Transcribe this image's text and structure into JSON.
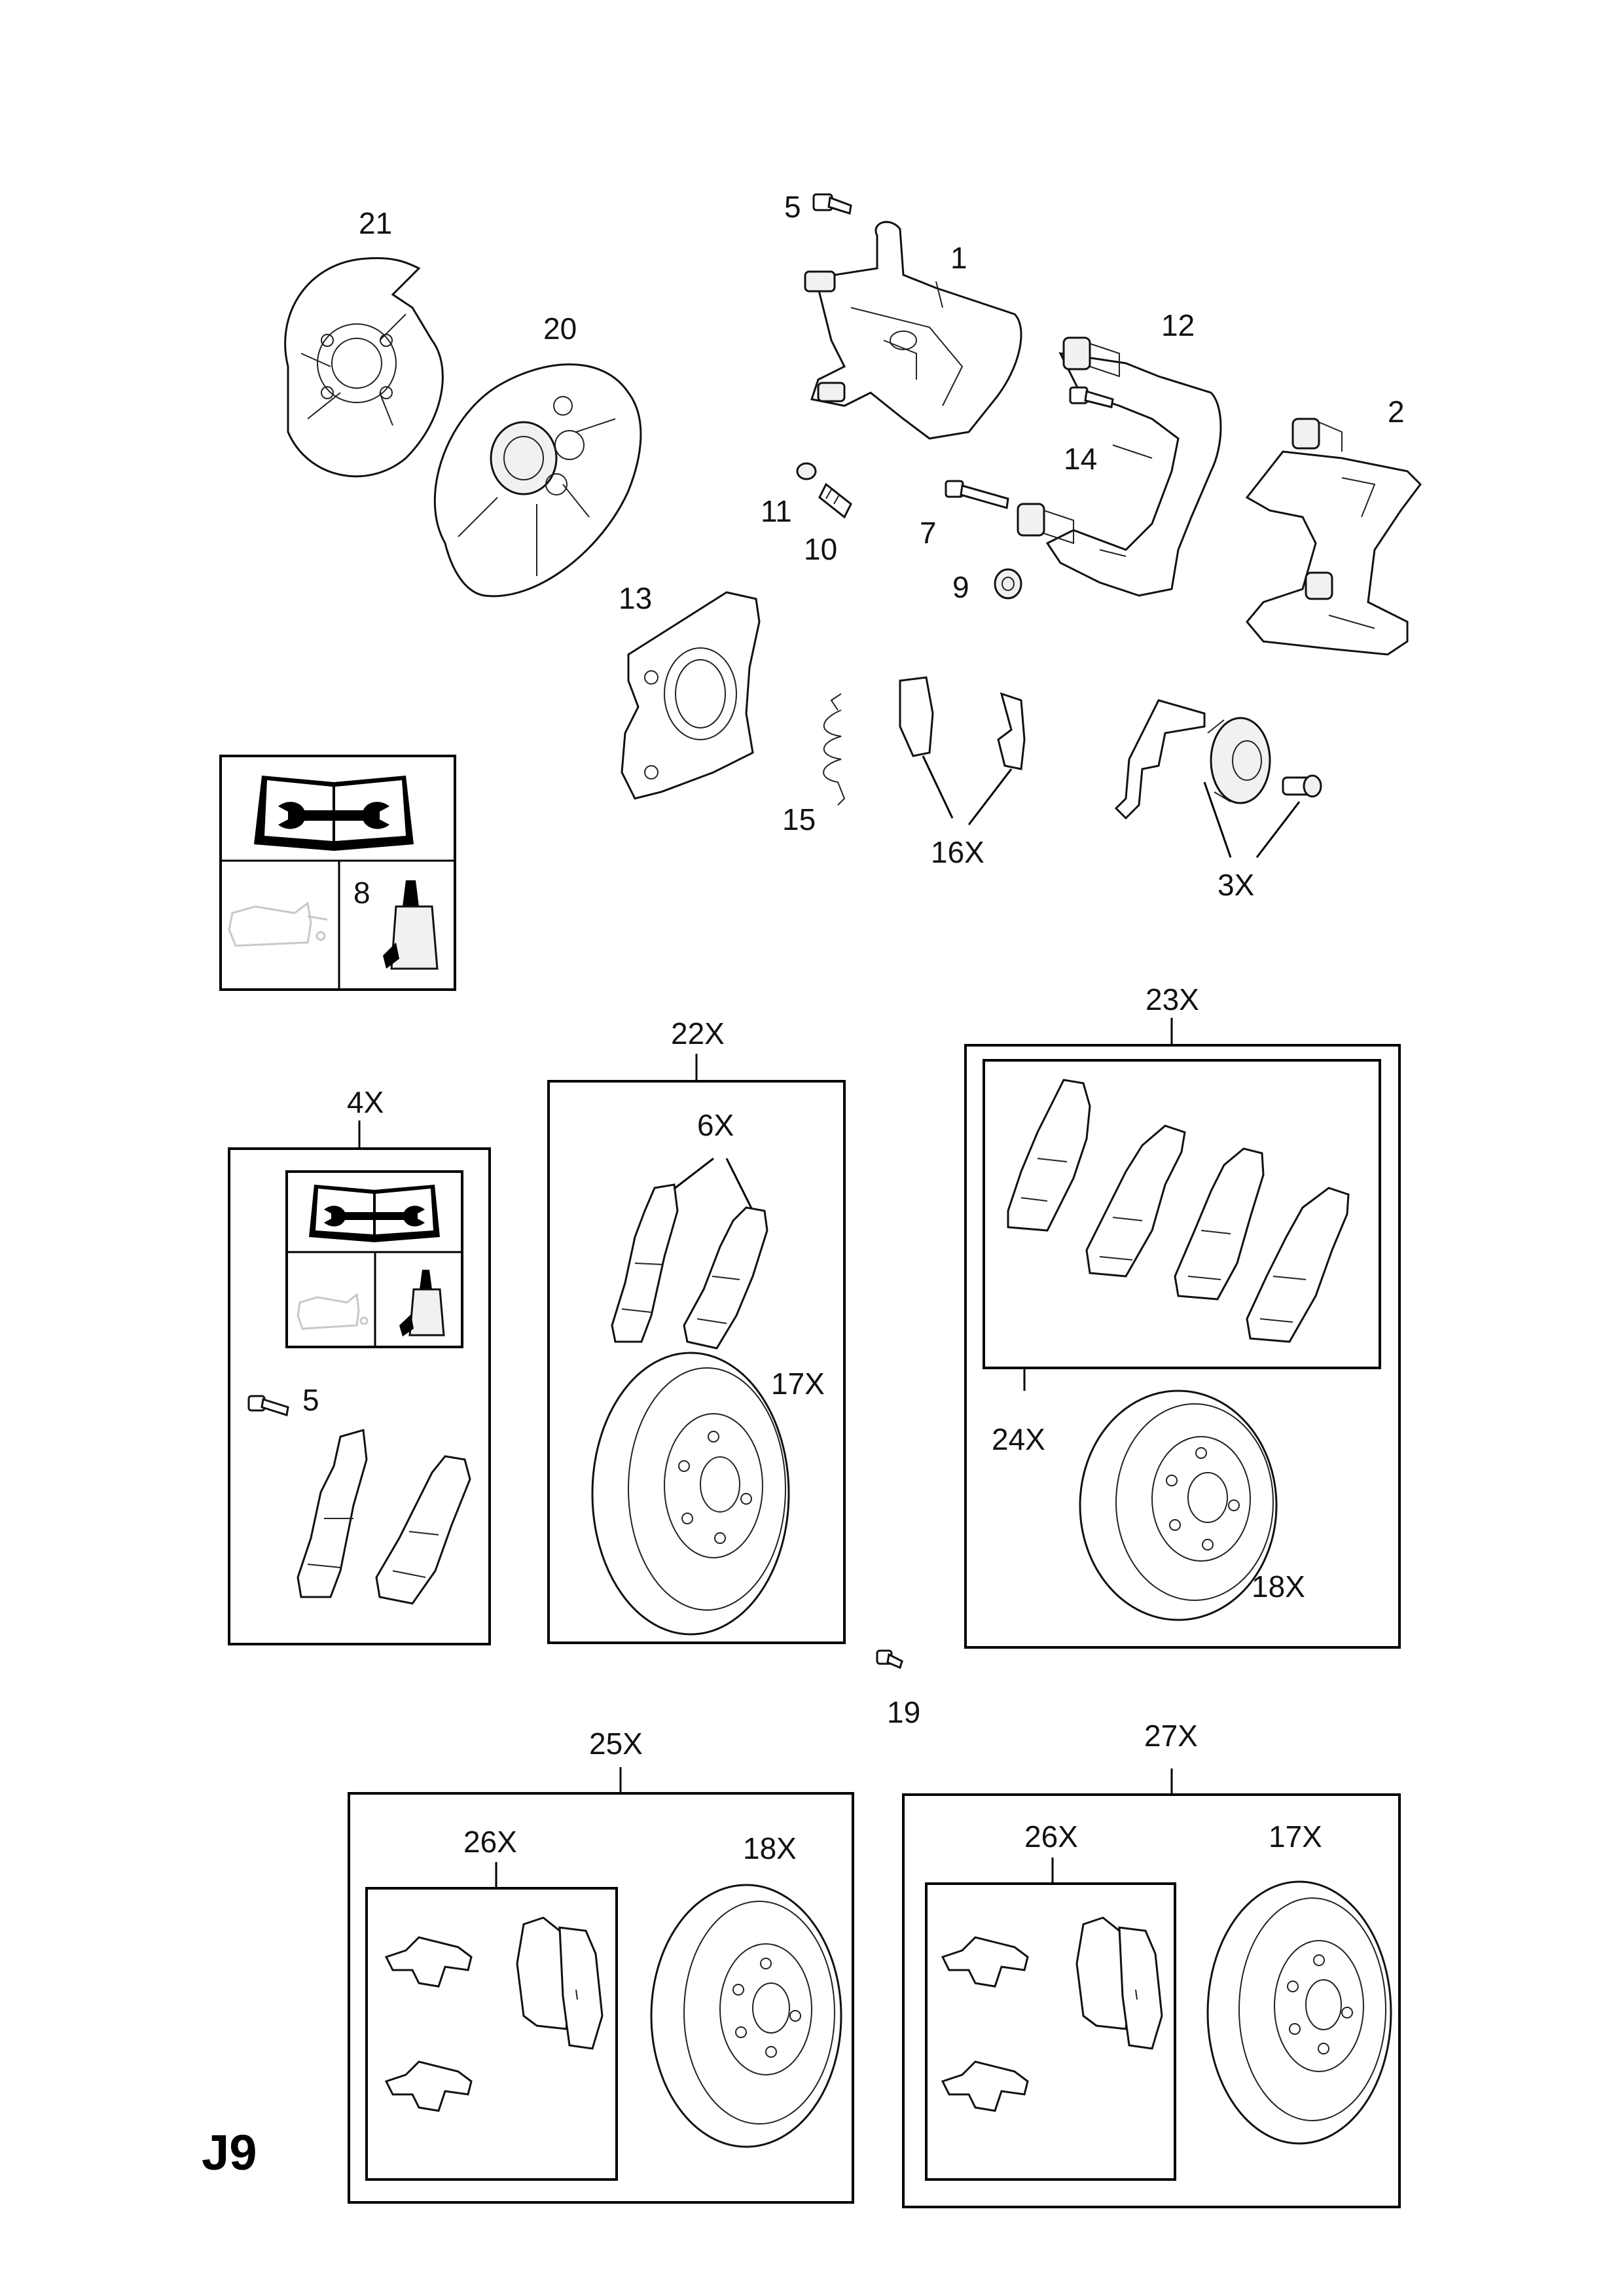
{
  "page_code": "J9",
  "callouts": {
    "c1": "1",
    "c2": "2",
    "c3x": "3X",
    "c4x": "4X",
    "c5a": "5",
    "c5b": "5",
    "c6x": "6X",
    "c7": "7",
    "c8": "8",
    "c9": "9",
    "c10": "10",
    "c11": "11",
    "c12": "12",
    "c13": "13",
    "c14": "14",
    "c15": "15",
    "c16x": "16X",
    "c17xa": "17X",
    "c17xb": "17X",
    "c18xa": "18X",
    "c18xb": "18X",
    "c19": "19",
    "c20": "20",
    "c21": "21",
    "c22x": "22X",
    "c23x": "23X",
    "c24x": "24X",
    "c25x": "25X",
    "c26xa": "26X",
    "c26xb": "26X",
    "c27x": "27X"
  },
  "icons": [
    "service-manual-icon",
    "grease-can-icon",
    "lubricant-tube-icon"
  ]
}
